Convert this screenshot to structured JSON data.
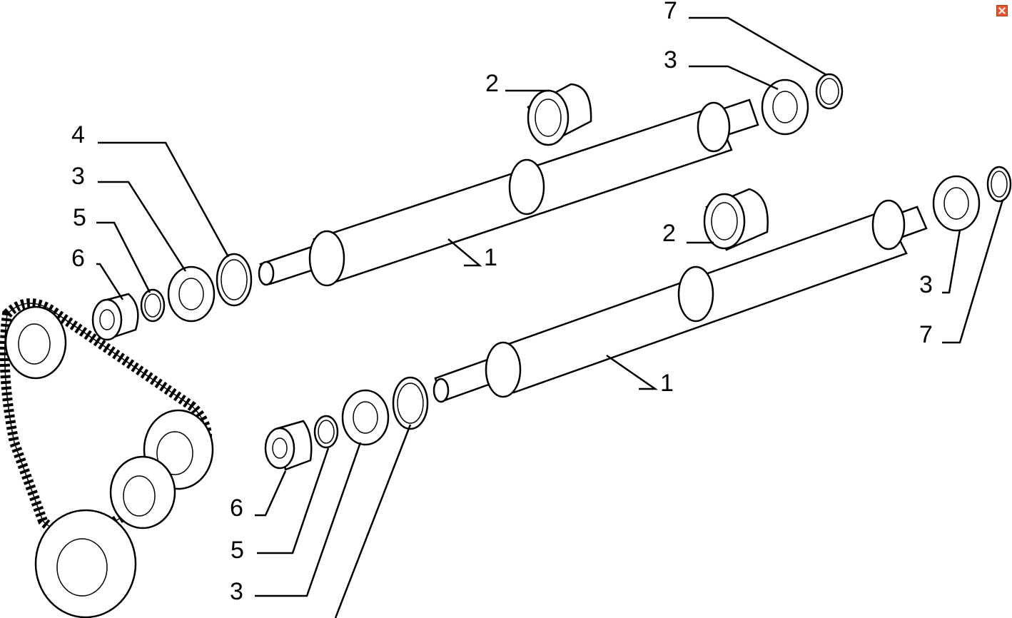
{
  "close_icon": "close-icon",
  "accent_color": "#e8542c",
  "labels": {
    "top_snap_ring_7": "7",
    "top_bearing_3_right": "3",
    "top_bushing_2": "2",
    "top_snap_ring_4": "4",
    "top_bearing_3_left": "3",
    "top_washer_5": "5",
    "top_bushing_6": "6",
    "top_shaft_1": "1",
    "bottom_bushing_2": "2",
    "bottom_shaft_1": "1",
    "bottom_bearing_3_right": "3",
    "bottom_snap_ring_7": "7",
    "bottom_bushing_6": "6",
    "bottom_washer_5": "5",
    "bottom_bearing_3_left": "3"
  }
}
